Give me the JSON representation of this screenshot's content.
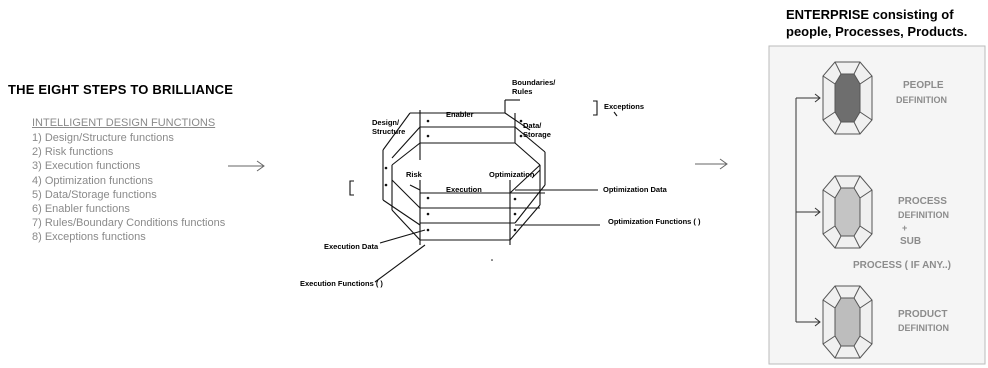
{
  "left_panel": {
    "title": "THE  EIGHT STEPS TO BRILLIANCE",
    "heading": "INTELLIGENT DESIGN FUNCTIONS",
    "items": [
      "1) Design/Structure functions",
      "2) Risk functions",
      "3) Execution  functions",
      "4) Optimization  functions",
      "5) Data/Storage  functions",
      "6) Enabler  functions",
      "7) Rules/Boundary Conditions  functions",
      "8) Exceptions  functions"
    ]
  },
  "diagram": {
    "labels": {
      "boundaries": "Boundaries/\nRules",
      "exceptions": "Exceptions",
      "enabler": "Enabler",
      "design": "Design/\nStructure",
      "data_storage": "Data/\nStorage",
      "risk": "Risk",
      "optimization": "Optimization",
      "execution": "Execution",
      "optimization_data": "Optimization Data",
      "optimization_functions": "Optimization Functions ( )",
      "execution_data": "Execution Data",
      "execution_functions": "Execution Functions ( )"
    }
  },
  "enterprise": {
    "title": "ENTERPRISE consisting of people, Processes, Products.",
    "people": "PEOPLE",
    "people_def": "DEFINITION",
    "process": "PROCESS",
    "process_def": "DEFINITION",
    "plus": "+",
    "sub": "SUB",
    "sub_process": "PROCESS ( IF ANY..)",
    "product": "PRODUCT",
    "product_def": "DEFINITION"
  },
  "colors": {
    "muted_text": "#8a8a8a",
    "people_gem": "#6e6e6e",
    "process_gem": "#c4c4c4",
    "product_gem": "#bdbdbd",
    "panel_border": "#bbbbbb"
  }
}
